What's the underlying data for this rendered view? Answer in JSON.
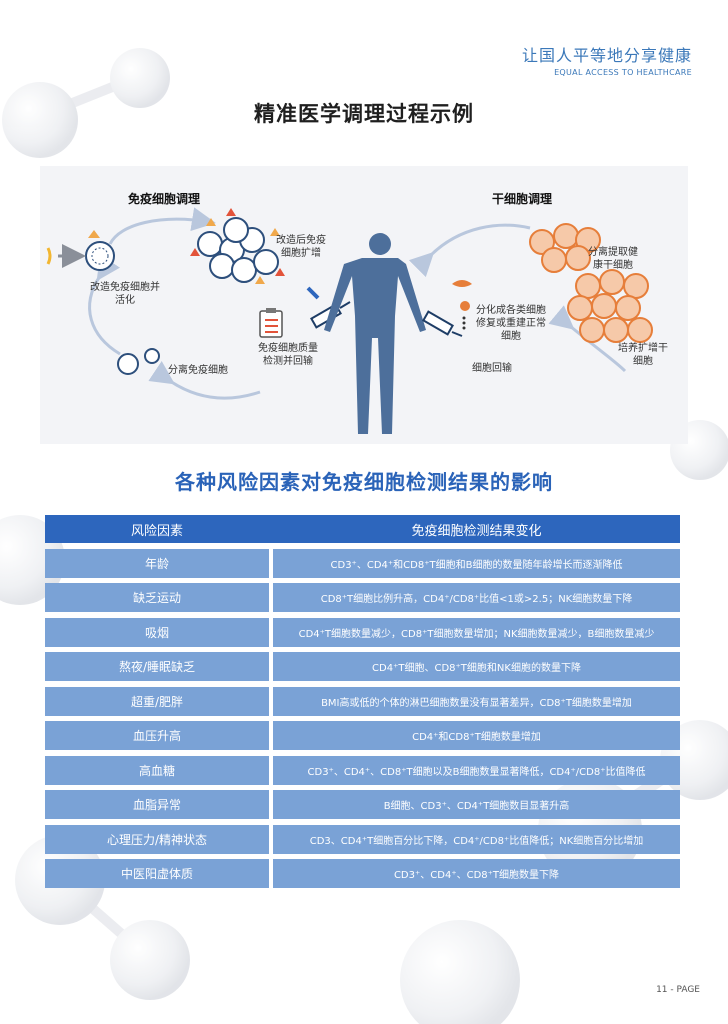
{
  "brand": {
    "cn": "让国人平等地分享健康",
    "en": "EQUAL ACCESS TO HEALTHCARE"
  },
  "page_title": "精准医学调理过程示例",
  "diagram": {
    "immune_title": "免疫细胞调理",
    "stem_title": "干细胞调理",
    "labels": {
      "modify_activate": "改造免疫细胞并\n活化",
      "expand": "改造后免疫\n细胞扩增",
      "separate_immune": "分离免疫细胞",
      "quality_reinfuse": "免疫细胞质量\n检测并回输",
      "separate_stem": "分离提取健\n康干细胞",
      "differentiate": "分化成各类细胞\n修复或重建正常\n细胞",
      "culture_expand": "培养扩增干\n细胞",
      "reinfuse": "细胞回输"
    }
  },
  "section_title": "各种风险因素对免疫细胞检测结果的影响",
  "table": {
    "headers": [
      "风险因素",
      "免疫细胞检测结果变化"
    ],
    "rows": [
      {
        "factor": "年龄",
        "effect": "CD3⁺、CD4⁺和CD8⁺T细胞和B细胞的数量随年龄增长而逐渐降低"
      },
      {
        "factor": "缺乏运动",
        "effect": "CD8⁺T细胞比例升高，CD4⁺/CD8⁺比值<1或>2.5；NK细胞数量下降"
      },
      {
        "factor": "吸烟",
        "effect": "CD4⁺T细胞数量减少，CD8⁺T细胞数量增加；NK细胞数量减少，B细胞数量减少"
      },
      {
        "factor": "熬夜/睡眠缺乏",
        "effect": "CD4⁺T细胞、CD8⁺T细胞和NK细胞的数量下降"
      },
      {
        "factor": "超重/肥胖",
        "effect": "BMI高或低的个体的淋巴细胞数量没有显著差异，CD8⁺T细胞数量增加"
      },
      {
        "factor": "血压升高",
        "effect": "CD4⁺和CD8⁺T细胞数量增加"
      },
      {
        "factor": "高血糖",
        "effect": "CD3⁺、CD4⁺、CD8⁺T细胞以及B细胞数量显著降低，CD4⁺/CD8⁺比值降低"
      },
      {
        "factor": "血脂异常",
        "effect": "B细胞、CD3⁺、CD4⁺T细胞数目显著升高"
      },
      {
        "factor": "心理压力/精神状态",
        "effect": "CD3、CD4⁺T细胞百分比下降，CD4⁺/CD8⁺比值降低；NK细胞百分比增加"
      },
      {
        "factor": "中医阳虚体质",
        "effect": "CD3⁺、CD4⁺、CD8⁺T细胞数量下降"
      }
    ]
  },
  "footer": "11 - PAGE",
  "colors": {
    "accent": "#2d66bd",
    "row_bg": "#7aa2d6",
    "brand": "#3b78b9",
    "body_figure": "#4d6f9b"
  }
}
